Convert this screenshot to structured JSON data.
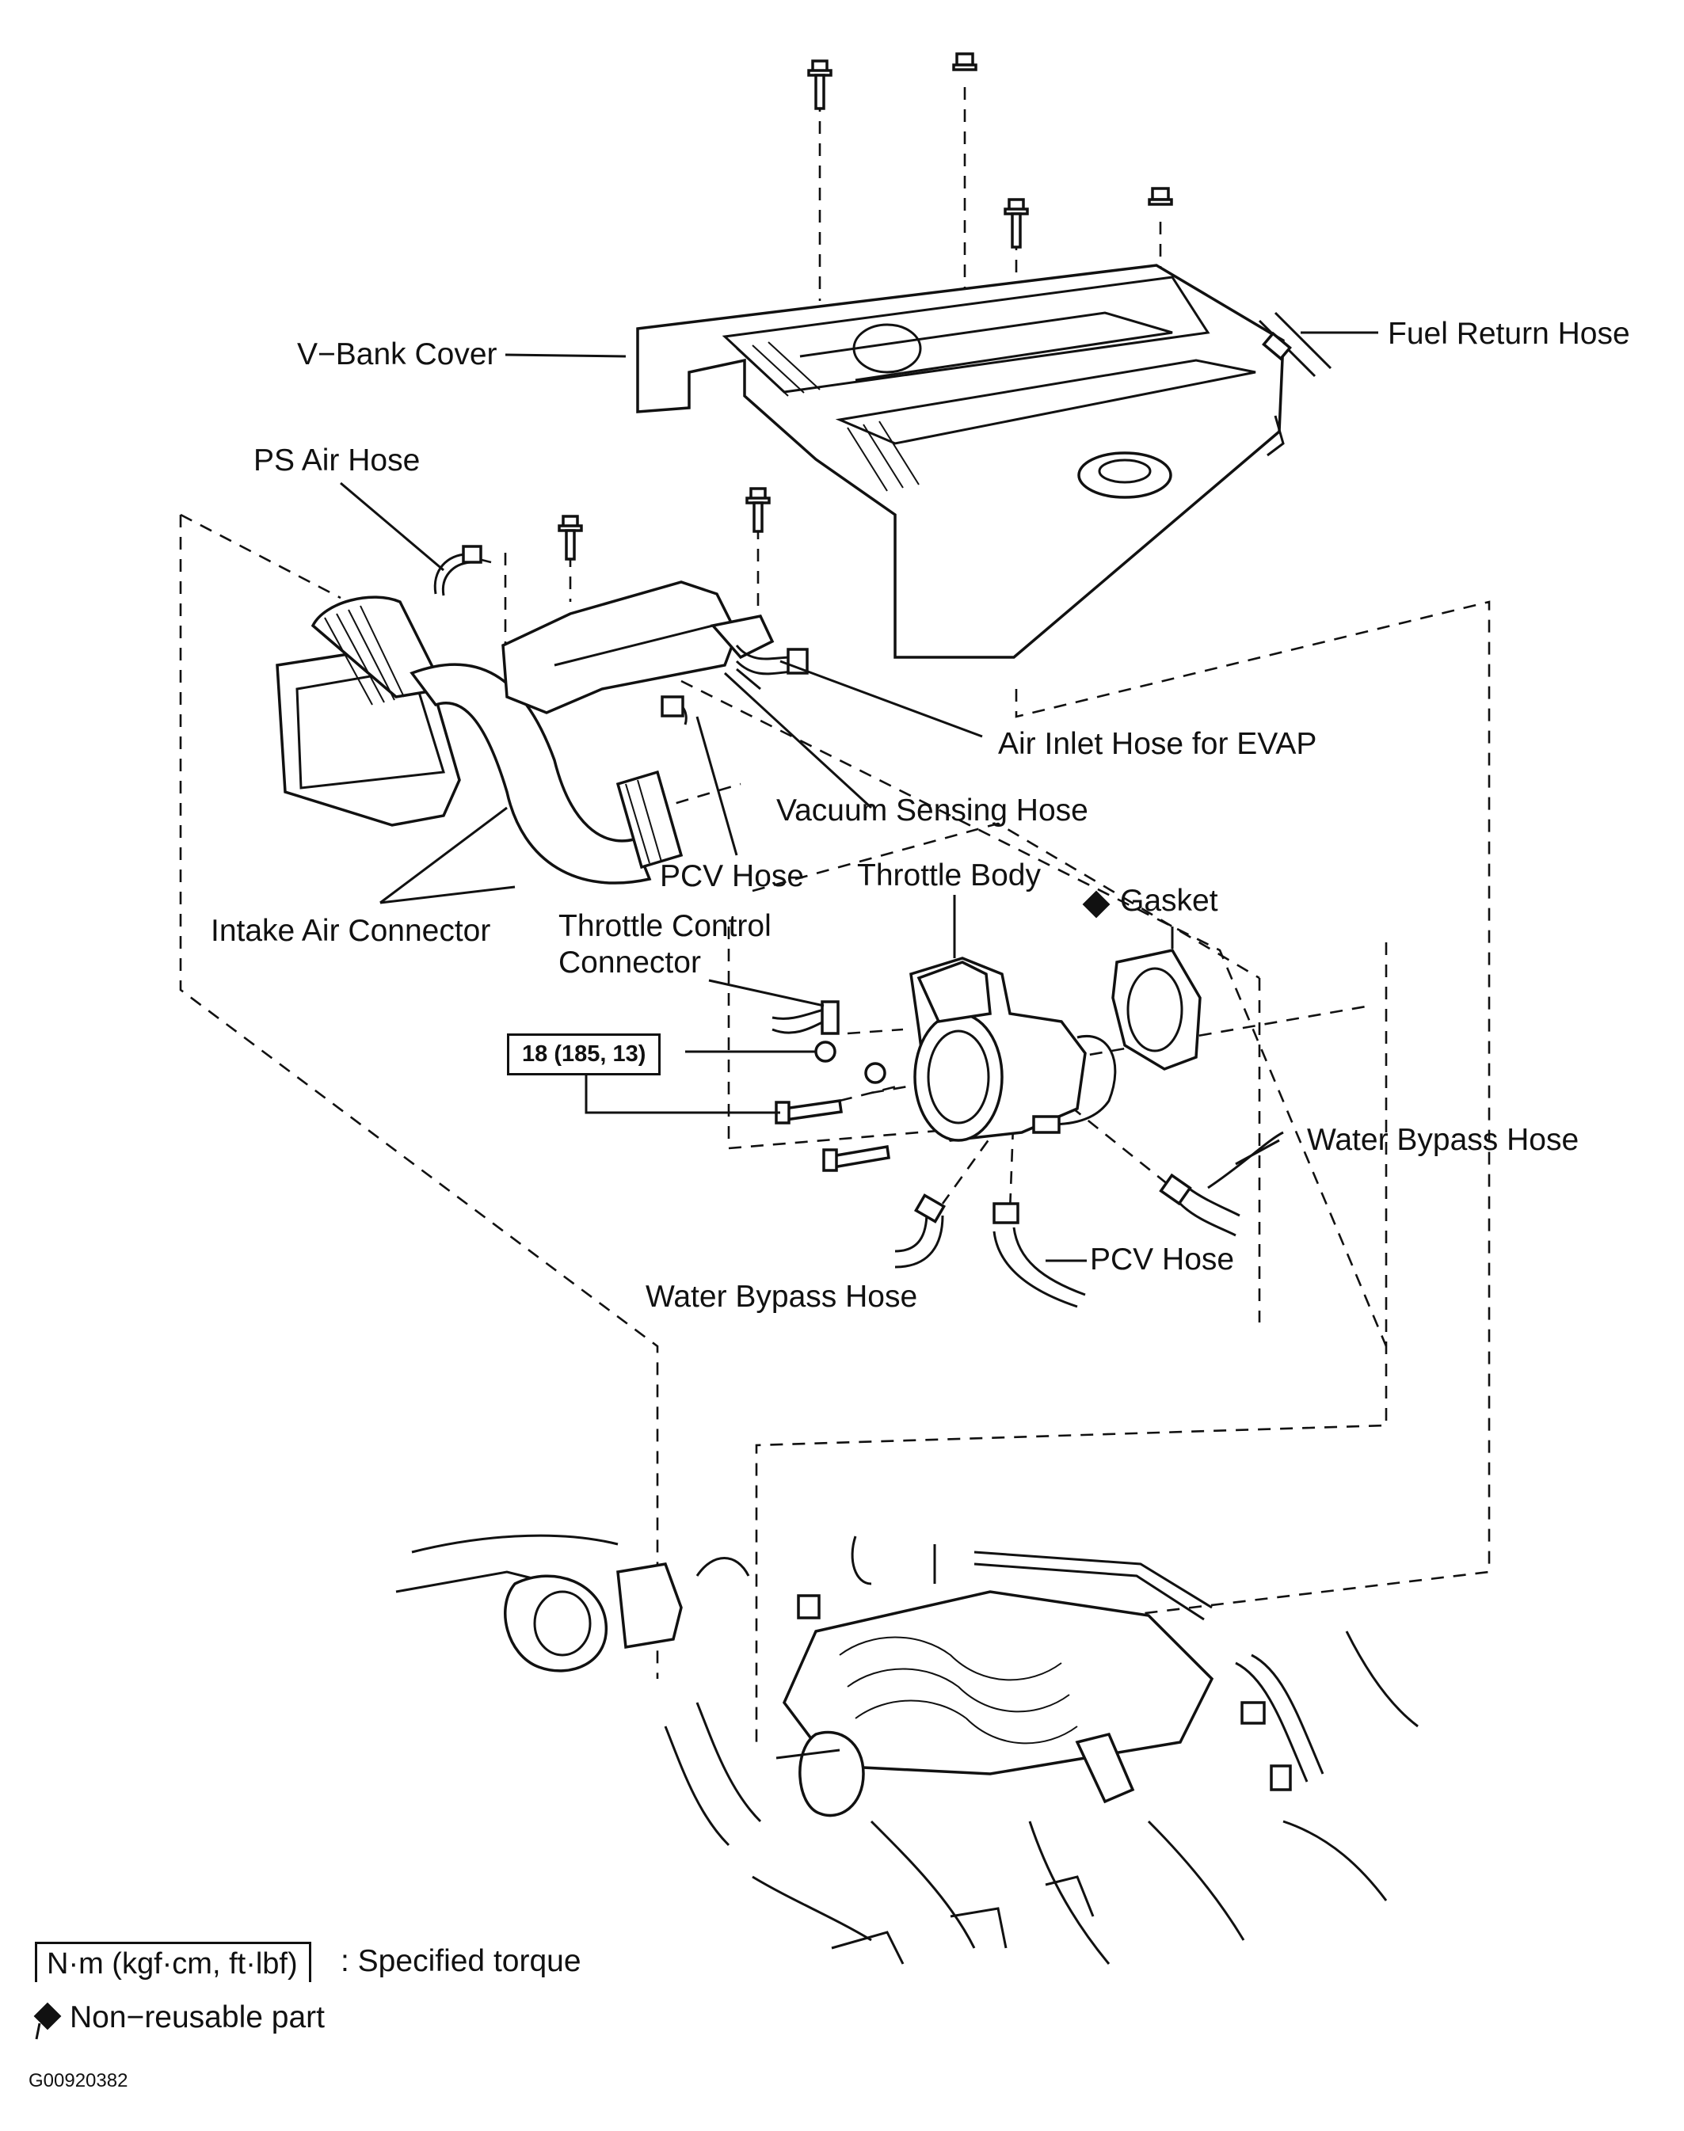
{
  "labels": {
    "v_bank_cover": "V−Bank Cover",
    "fuel_return_hose": "Fuel Return Hose",
    "ps_air_hose": "PS Air Hose",
    "air_inlet_hose_evap": "Air Inlet Hose for EVAP",
    "vacuum_sensing_hose": "Vacuum Sensing Hose",
    "pcv_hose_upper": "PCV Hose",
    "throttle_body": "Throttle Body",
    "gasket": "Gasket",
    "intake_air_connector": "Intake Air Connector",
    "throttle_control_connector_line1": "Throttle Control",
    "throttle_control_connector_line2": "Connector",
    "water_bypass_hose_right": "Water Bypass Hose",
    "pcv_hose_lower": "PCV Hose",
    "water_bypass_hose_left": "Water Bypass Hose"
  },
  "torque_spec": "18 (185, 13)",
  "legend": {
    "torque_unit": "N·m (kgf·cm, ft·lbf)",
    "torque_desc": ": Specified torque",
    "non_reusable": "Non−reusable part"
  },
  "figure_id": "G00920382",
  "symbols": {
    "non_reusable_marker": "diamond",
    "marker_color": "#111111"
  }
}
